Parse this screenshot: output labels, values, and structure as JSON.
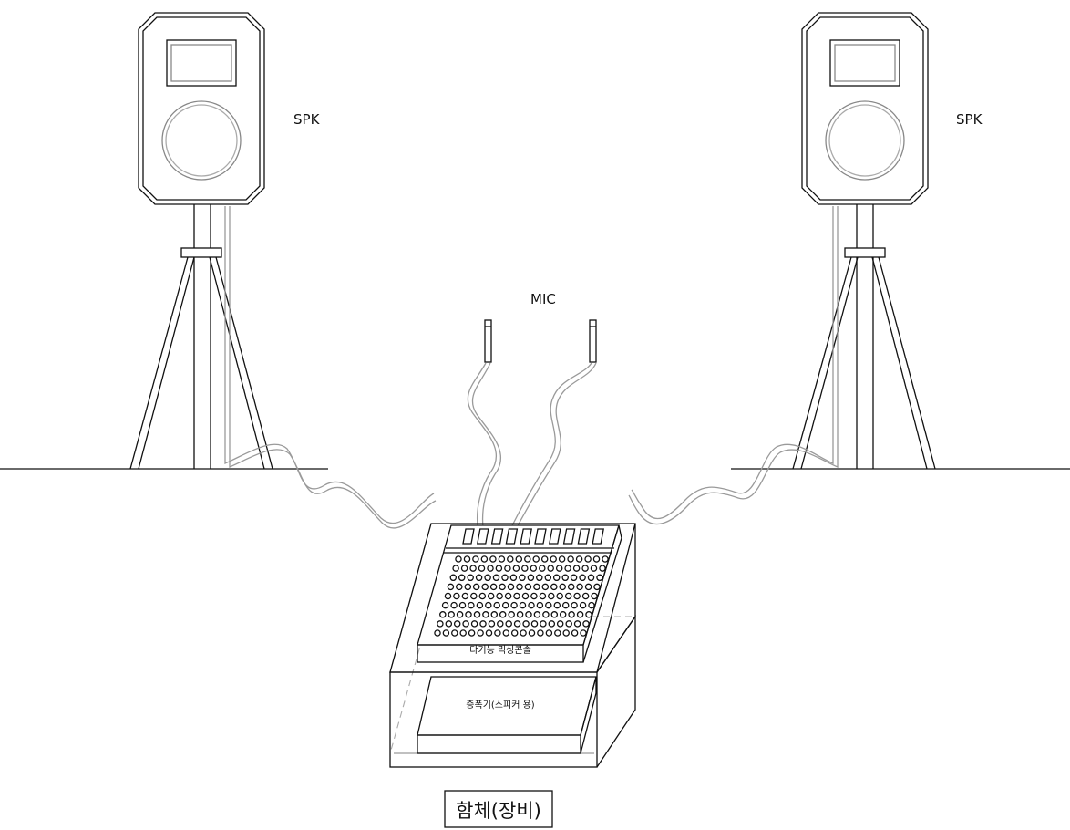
{
  "labels": {
    "speaker_left": "SPK",
    "speaker_right": "SPK",
    "microphones": "MIC",
    "mixing_console": "다기능 믹싱콘솔",
    "amplifier": "증폭기(스피커 용)",
    "enclosure": "함체(장비)"
  },
  "mixer": {
    "fader_slots": 10,
    "knob_rows": 9,
    "knobs_per_row": 18
  },
  "colors": {
    "line": "#111111",
    "cable": "#9a9a9a",
    "hidden_edge": "#aaaaaa"
  }
}
